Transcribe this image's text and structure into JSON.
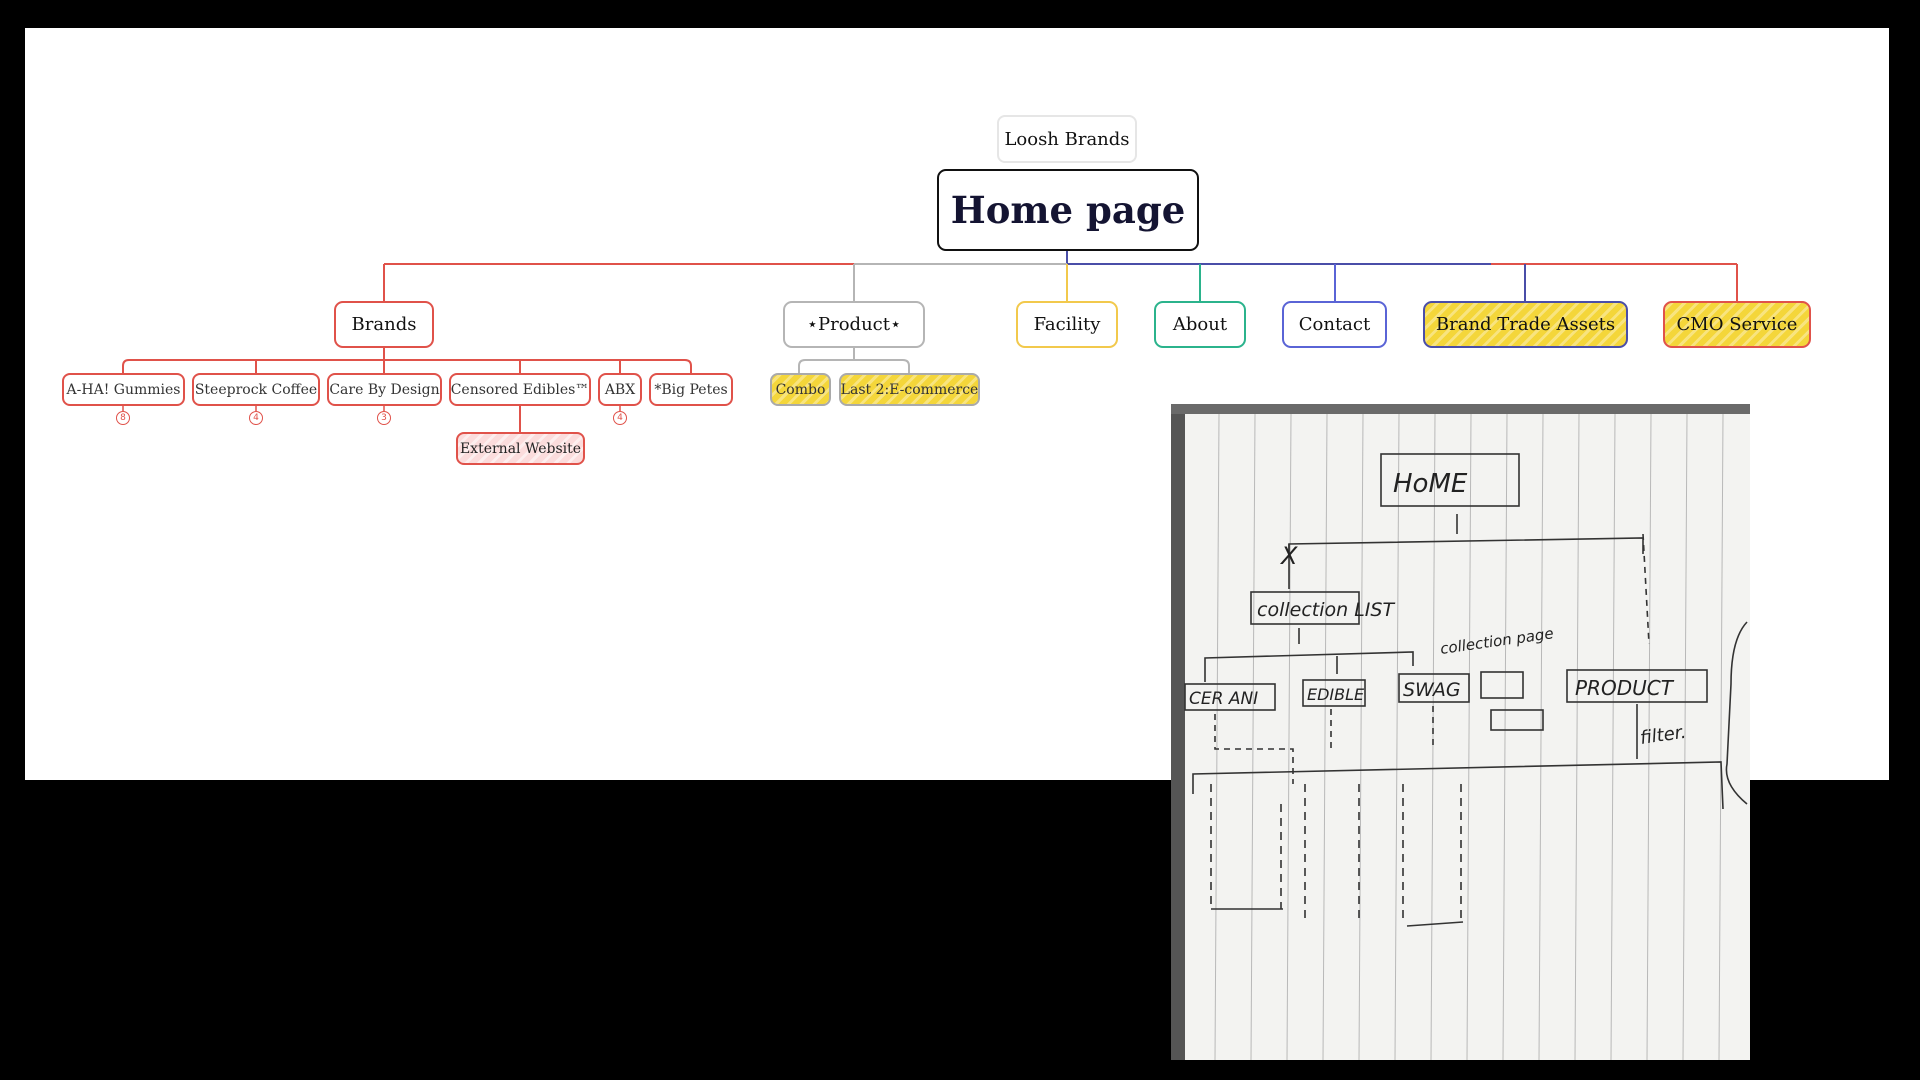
{
  "diagram": {
    "site_label": "Loosh Brands",
    "root": "Home page",
    "top_nodes": [
      {
        "label": "Brands",
        "color": "#e0524a"
      },
      {
        "label": "⋆Product⋆",
        "color": "#b5b5b5"
      },
      {
        "label": "Facility",
        "color": "#f2c94c"
      },
      {
        "label": "About",
        "color": "#2bb38c"
      },
      {
        "label": "Contact",
        "color": "#5a64d6"
      },
      {
        "label": "Brand Trade Assets",
        "color": "#4a4ea8"
      },
      {
        "label": "CMO Service",
        "color": "#e0524a"
      }
    ],
    "brands": [
      {
        "label": "A-HA! Gummies",
        "count": "8"
      },
      {
        "label": "Steeprock Coffee",
        "count": "4"
      },
      {
        "label": "Care By Design",
        "count": "3"
      },
      {
        "label": "Censored Edibles™",
        "count": ""
      },
      {
        "label": "ABX",
        "count": "4"
      },
      {
        "label": "*Big Petes",
        "count": ""
      }
    ],
    "external": "External Website",
    "product_children": [
      "Combo",
      "Last 2:E-commerce"
    ]
  },
  "sketch": {
    "home": "HoME",
    "collection_list": "collection LIST",
    "collection_page": "collection page",
    "ceramic": "CER ANI",
    "edible": "EDIBLE",
    "swag": "SWAG",
    "product": "PRODUCT",
    "filter": "filter.",
    "x_mark": "X"
  }
}
